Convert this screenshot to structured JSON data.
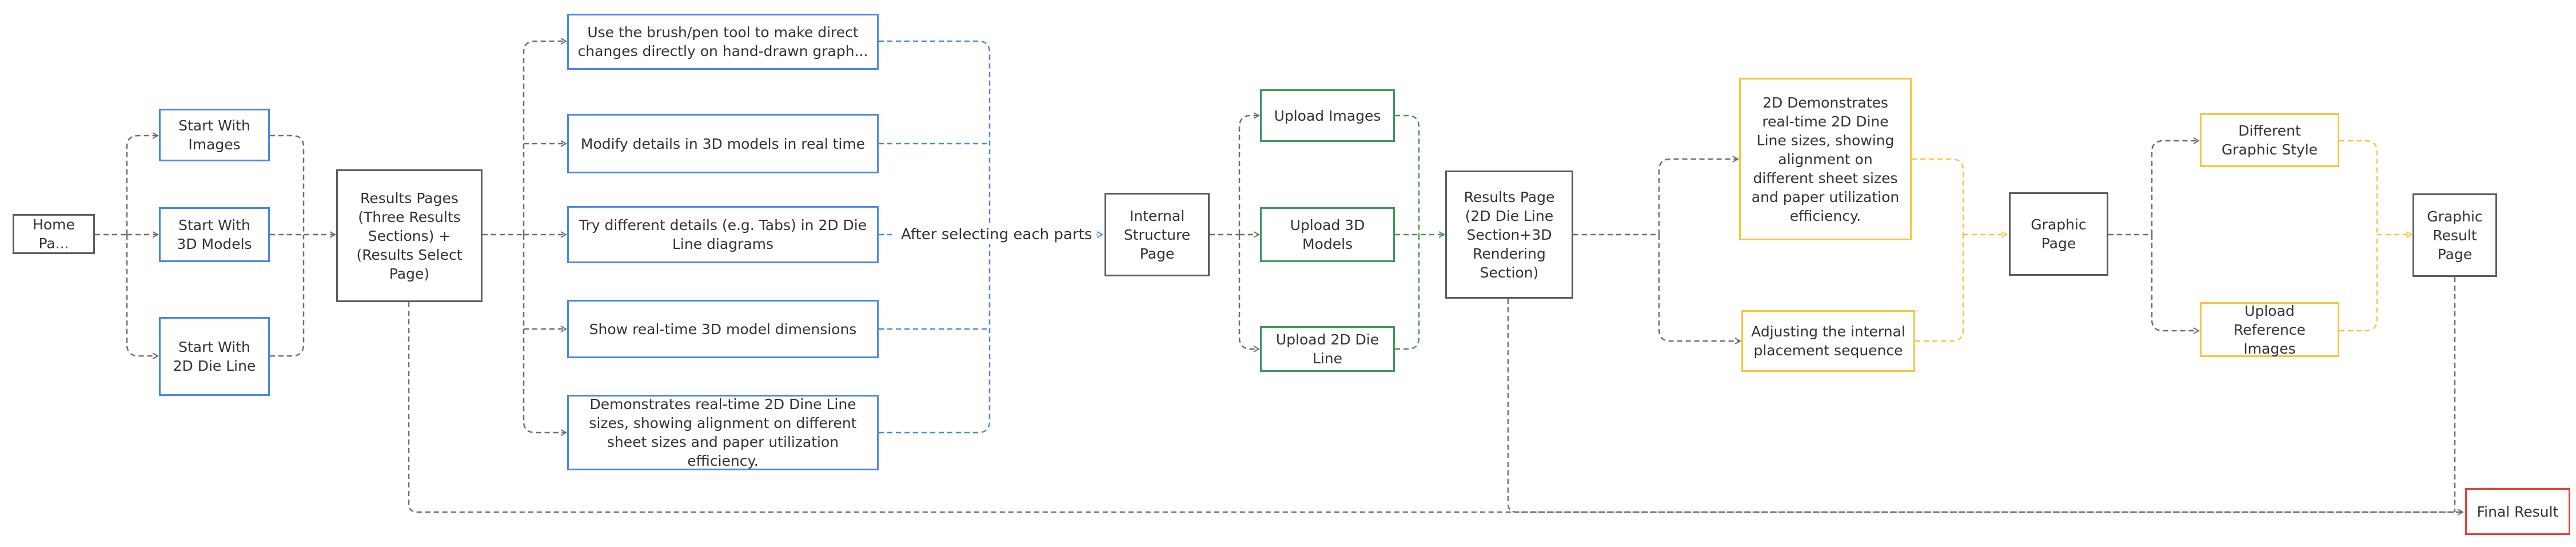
{
  "nodes": {
    "home": "Home Pa...",
    "start_images": "Start With Images",
    "start_3d": "Start With 3D Models",
    "start_2d": "Start With 2D Die Line",
    "results_pages": "Results Pages (Three Results Sections) + (Results Select Page)",
    "brush_tool": "Use the brush/pen tool to make direct changes directly on hand-drawn graph...",
    "modify_3d": "Modify details in 3D models in real time",
    "try_2d": "Try different details (e.g. Tabs) in 2D Die Line diagrams",
    "show_3d_dims": "Show real-time 3D model dimensions",
    "demo_2d_left": "Demonstrates real-time 2D Dine Line sizes, showing alignment on different sheet sizes and paper utilization efficiency.",
    "internal_structure": "Internal Structure Page",
    "upload_images": "Upload Images",
    "upload_3d": "Upload 3D Models",
    "upload_2d": "Upload 2D Die Line",
    "results_page_2": "Results Page (2D Die Line Section+3D Rendering Section)",
    "demo_2d_right": "2D Demonstrates real-time 2D Dine Line sizes, showing alignment on different sheet sizes and paper utilization efficiency.",
    "adjust_internal": "Adjusting the internal placement sequence",
    "graphic_page": "Graphic Page",
    "different_style": "Different Graphic Style",
    "upload_reference": "Upload Reference Images",
    "graphic_result": "Graphic Result Page",
    "final_result": "Final Result"
  },
  "edge_labels": {
    "after_selecting": "After selecting each parts"
  },
  "colors": {
    "gray": "#5c5c5c",
    "blue": "#4a86e8",
    "green": "#45955a",
    "yellow": "#f4c542",
    "red": "#e0443a"
  }
}
